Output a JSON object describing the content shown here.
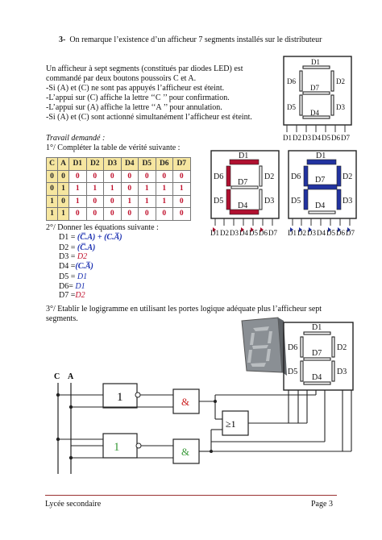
{
  "section3_title": {
    "num": "3-",
    "text": "On remarque l’existence d’un afficheur 7 segments installés sur le distributeur"
  },
  "intro_lines": [
    "Un afficheur à sept segments (constitués par diodes LED) est",
    "commandé par deux boutons poussoirs C et A.",
    "-Si (A) et (C) ne sont pas appuyés l’afficheur est éteint.",
    "-L’appui sur (C)  affiche la lettre ‘‘C ’’ pour confirmation.",
    "-L’appui sur (A) affiche la lettre  ‘‘A ’’ pour annulation.",
    "-Si (A) et (C) sont actionné simultanément l’afficheur est éteint."
  ],
  "travail_label": "Travail demandé :",
  "task1": "1°/ Compléter la table de vérité suivante :",
  "truth_table": {
    "headers": [
      "C",
      "A",
      "D1",
      "D2",
      "D3",
      "D4",
      "D5",
      "D6",
      "D7"
    ],
    "rows": [
      [
        "0",
        "0",
        "0",
        "0",
        "0",
        "0",
        "0",
        "0",
        "0"
      ],
      [
        "0",
        "1",
        "1",
        "1",
        "1",
        "0",
        "1",
        "1",
        "1"
      ],
      [
        "1",
        "0",
        "1",
        "0",
        "0",
        "1",
        "1",
        "1",
        "0"
      ],
      [
        "1",
        "1",
        "0",
        "0",
        "0",
        "0",
        "0",
        "0",
        "0"
      ]
    ]
  },
  "task2": "2°/ Donner les équations suivante :",
  "equations": [
    {
      "lhs": "D1 =",
      "rhs": "(C̅.A) + (C.A̅)"
    },
    {
      "lhs": "D2 =",
      "rhs": "(C̅.A)"
    },
    {
      "lhs": "D3 =",
      "rhs": "D2"
    },
    {
      "lhs": "D4 =",
      "rhs": "(C.A̅)"
    },
    {
      "lhs": "D5 =",
      "rhs": "D1"
    },
    {
      "lhs": "D6=",
      "rhs": "D1"
    },
    {
      "lhs": "D7 =",
      "rhs": "D2"
    }
  ],
  "task3": [
    "3°/ Etablir le logigramme en utilisant les portes logique adéquate plus l’afficheur sept",
    "segments."
  ],
  "segment_labels": [
    "D1",
    "D2",
    "D3",
    "D4",
    "D5",
    "D6",
    "D7"
  ],
  "pin_labels": [
    "D1",
    "D2",
    "D3",
    "D4",
    "D5",
    "D6",
    "D7"
  ],
  "input_labels": {
    "c": "C",
    "a": "A"
  },
  "gate_labels": {
    "not": "1",
    "and": "&",
    "or": "≥1"
  },
  "colors": {
    "red_display": "#b01030",
    "blue_display": "#2233a0",
    "and_gate": "#cc2222",
    "not_gate_bottom": "#3a9a3a",
    "accent_red": "#c0102c",
    "accent_blue": "#1a2fb0"
  },
  "footer": {
    "left": "Lycée secondaire",
    "right": "Page 3"
  }
}
